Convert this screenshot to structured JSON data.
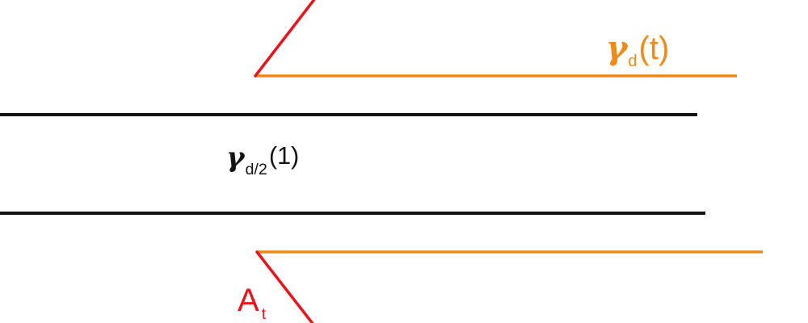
{
  "labels": {
    "gamma_d": {
      "symbol": "γ",
      "subscript": "d",
      "argument": "(t)"
    },
    "gamma_half": {
      "symbol": "γ",
      "subscript": "d/2",
      "argument": "(1)"
    },
    "a_t": {
      "symbol": "A",
      "subscript": "t"
    }
  },
  "colors": {
    "outer_curve": "#f08a16",
    "inner_curve": "#141414",
    "region_boundary": "#e8141a",
    "background": "#ffffff"
  }
}
